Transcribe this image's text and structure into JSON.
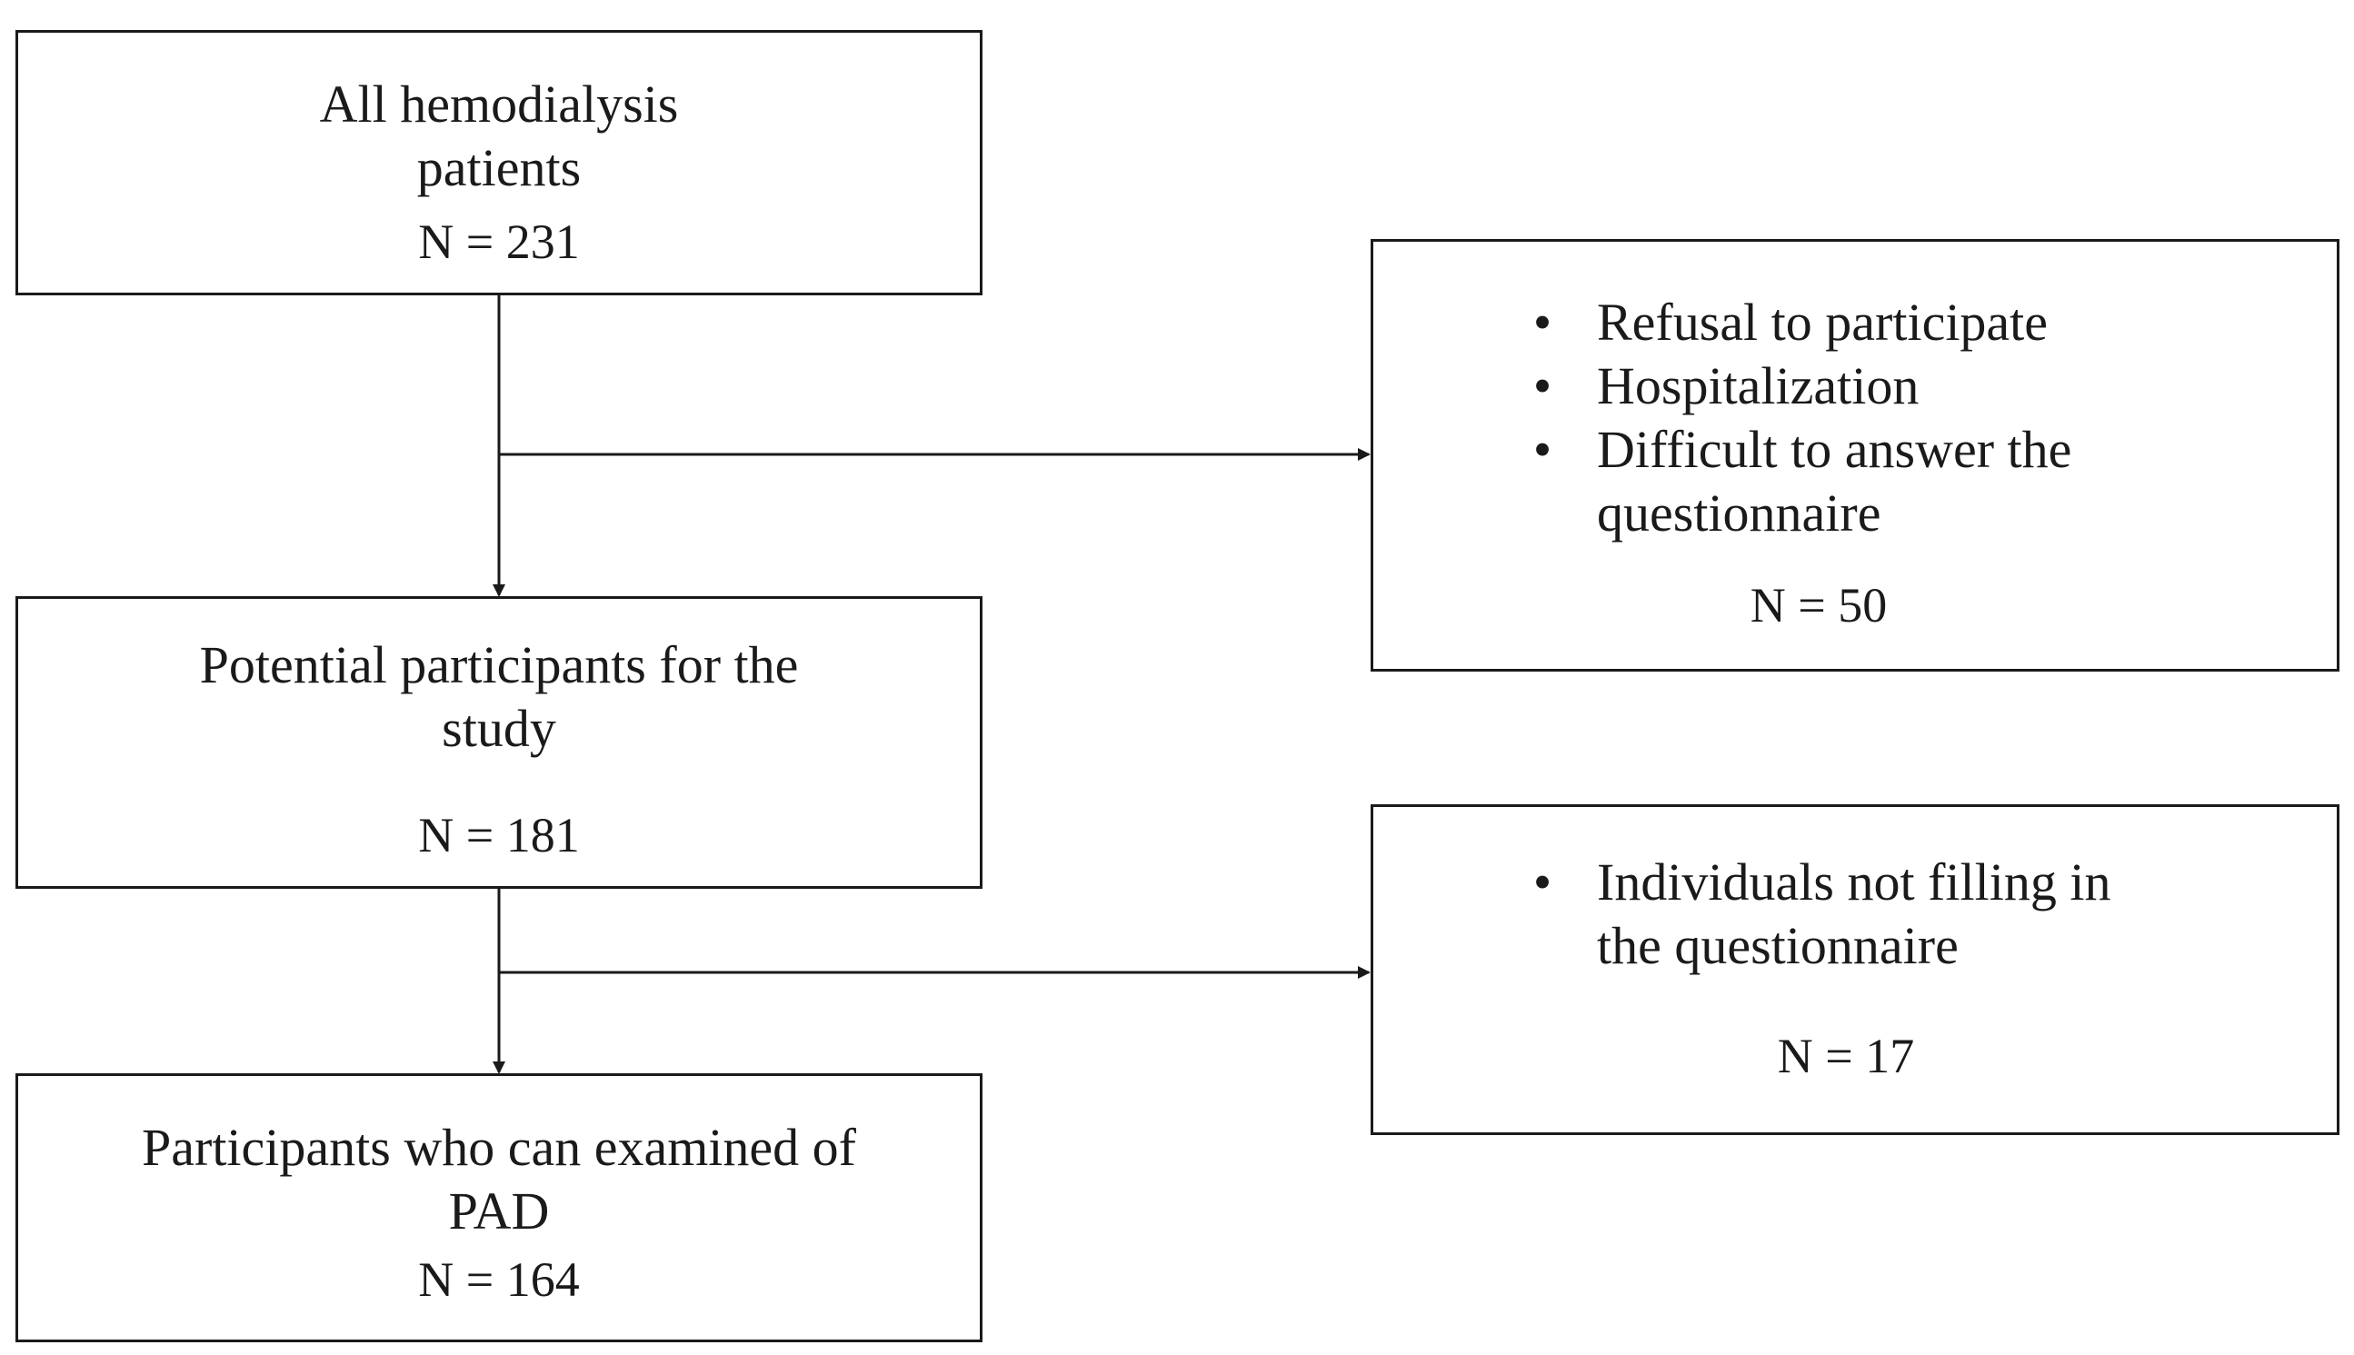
{
  "flowchart": {
    "step1": {
      "line1": "All hemodialysis",
      "line2": "patients",
      "count": "N = 231"
    },
    "exclusion1": {
      "items": [
        "Refusal to participate",
        "Hospitalization",
        "Difficult to answer the",
        "questionnaire"
      ],
      "count": "N = 50"
    },
    "step2": {
      "line1": "Potential participants for the",
      "line2": "study",
      "count": "N =  181"
    },
    "exclusion2": {
      "items": [
        "Individuals not filling in",
        "the questionnaire"
      ],
      "count": "N = 17"
    },
    "step3": {
      "line1": "Participants who can examined of",
      "line2": "PAD",
      "count": "N = 164"
    }
  }
}
